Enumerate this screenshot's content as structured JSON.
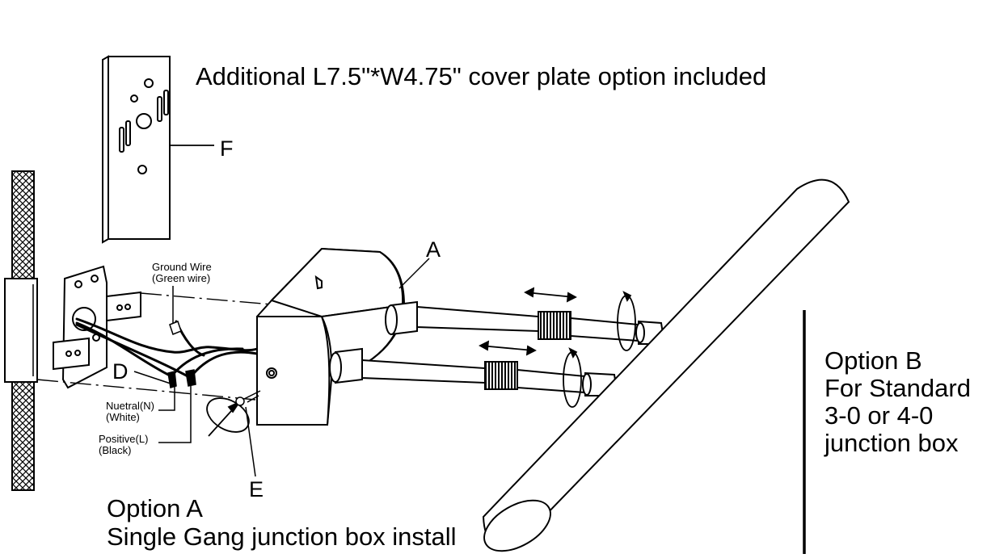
{
  "cover_plate": {
    "caption": "Additional  L7.5\"*W4.75\" cover plate option included",
    "label": "F"
  },
  "parts": {
    "a": "A",
    "d": "D",
    "e": "E"
  },
  "wires": {
    "ground": [
      "Ground Wire",
      "(Green wire)"
    ],
    "neutral": [
      "Nuetral(N)",
      "(White)"
    ],
    "positive": [
      "Positive(L)",
      "(Black)"
    ]
  },
  "option_a": {
    "title": "Option A",
    "subtitle": "Single Gang junction box install"
  },
  "option_b": {
    "title": "Option B",
    "line2": "For Standard",
    "line3": "3-0 or 4-0",
    "line4": "junction box"
  }
}
